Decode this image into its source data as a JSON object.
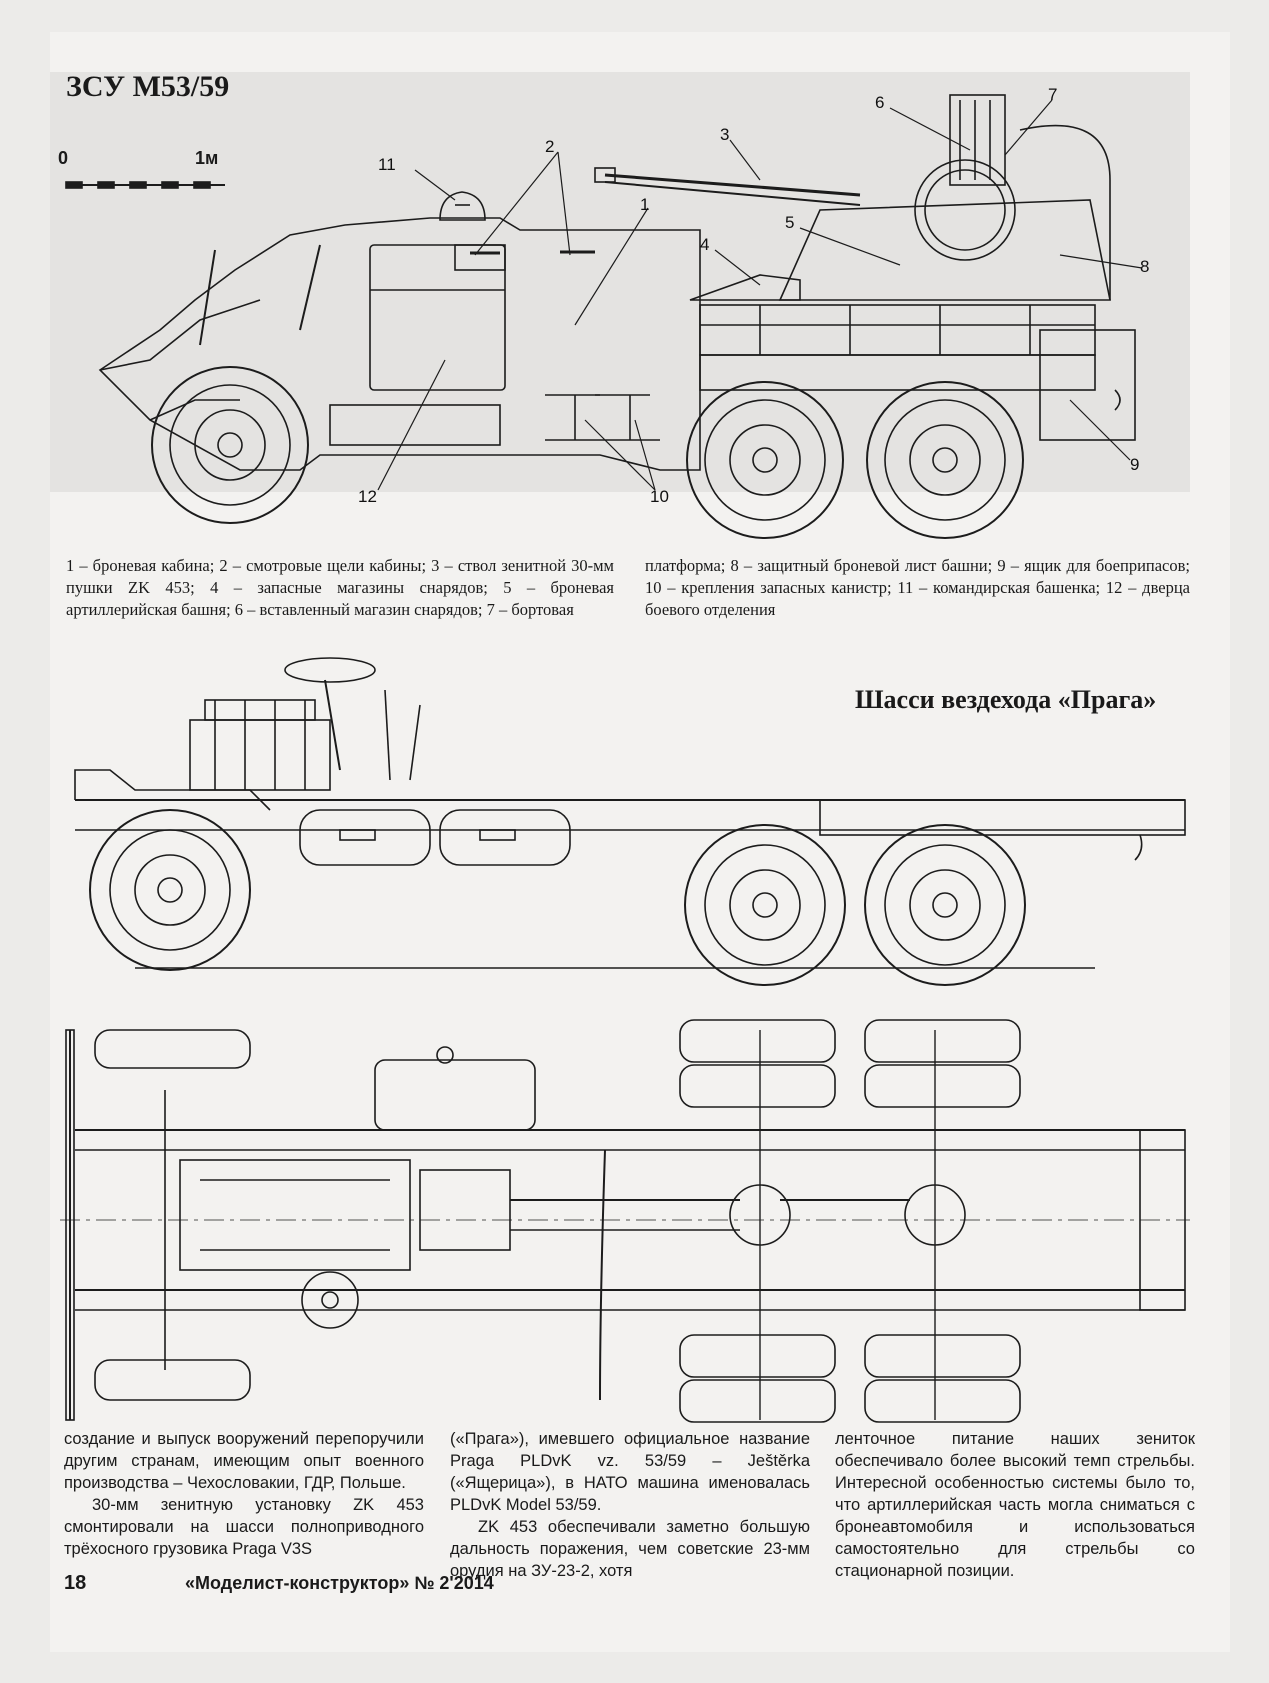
{
  "header": {
    "title": "ЗСУ М53/59",
    "scale_start": "0",
    "scale_end": "1м"
  },
  "callouts": [
    "1",
    "2",
    "3",
    "4",
    "5",
    "6",
    "7",
    "8",
    "9",
    "10",
    "11",
    "12"
  ],
  "legend": {
    "col1": "1 – броневая кабина; 2 – смотровые щели кабины; 3 – ствол зенитной 30-мм пушки ZK 453; 4 – запасные магазины снарядов; 5 – броневая артиллерийская башня; 6 – вставленный магазин снарядов; 7 – бортовая",
    "col2": "платформа; 8 – защитный броневой лист башни; 9 – ящик для боеприпасов; 10 – крепления запасных канистр; 11 – командирская башенка; 12 – дверца боевого отделения"
  },
  "section2": {
    "title": "Шасси вездехода «Прага»"
  },
  "body": {
    "col1": [
      "создание и выпуск вооружений перепоручили другим странам, имеющим опыт военного производства – Чехословакии, ГДР, Польше.",
      "30-мм зенитную установку ZK 453 смонтировали на шасси полноприводного трёхосного грузовика Praga V3S"
    ],
    "col2": [
      "(«Прага»), имевшего официальное название Praga PLDvK vz. 53/59 – Ještěrka («Ящерица»), в НАТО машина именовалась PLDvK Model 53/59.",
      "ZK 453 обеспечивали заметно большую дальность поражения, чем советские 23-мм орудия на ЗУ-23-2, хотя"
    ],
    "col3": [
      "ленточное питание наших зениток обеспечивало более высокий темп стрельбы. Интересной особенностью системы было то, что артиллерийская часть могла сниматься с бронеавтомобиля и использоваться самостоятельно для стрельбы со стационарной позиции."
    ]
  },
  "footer": {
    "page_number": "18",
    "magazine": "«Моделист-конструктор» № 2'2014"
  }
}
